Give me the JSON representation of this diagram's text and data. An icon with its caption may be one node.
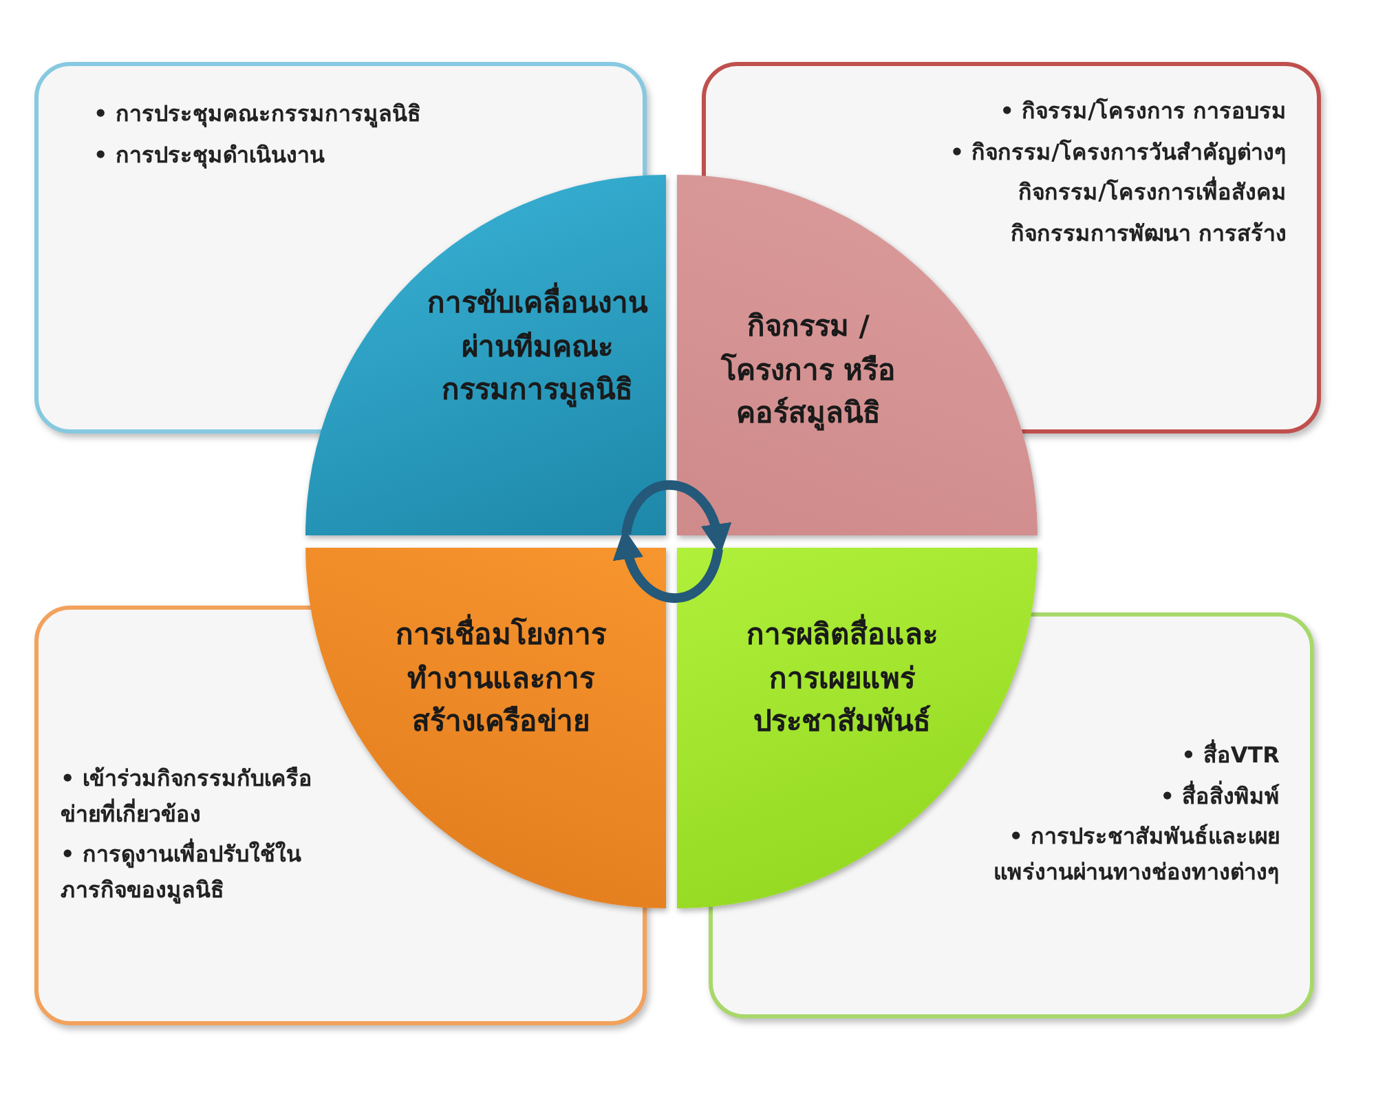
{
  "diagram": {
    "nodes": [
      {
        "text": [
          "• การประชุมคณะกรรมการมูลนิธิ",
          "• การประชุมดำเนินงาน"
        ]
      },
      {
        "text": [
          "การขับเคลื่อนงานผ่านทีมคณะกรรมการมูลนิธิ"
        ]
      },
      {
        "text": [
          "กิจกรรม / โครงการ หรือ คอร์สมูลนิธิ"
        ]
      },
      {
        "text": [
          "• กิจรรม/โครงการ การอบรม",
          "• กิจกรรม/โครงการวันสำคัญต่างๆ",
          "กิจกรรม/โครงการเพื่อสังคม",
          "กิจกรรมการพัฒนา การสร้าง"
        ]
      },
      {
        "text": [
          "• เข้าร่วมกิจกรรมกับเครือข่ายที่เกี่ยวข้อง",
          "• การดูงานเพื่อปรับใช้ในภารกิจของมูลนิธิ"
        ]
      },
      {
        "text": [
          "การเชื่อมโยงการทำงานและการสร้างเครือข่าย"
        ]
      },
      {
        "text": [
          "การผลิตสื่อและการเผยแพร่ประชาสัมพันธ์"
        ]
      },
      {
        "text": [
          "• สื่อVTR",
          "• สื่อสิ่งพิมพ์",
          "• การประชาสัมพันธ์และเผยแพร่งานผ่านทางช่องทางต่างๆ"
        ]
      }
    ],
    "edges": [
      {
        "from": 1,
        "to": 2,
        "arrow": "to"
      },
      {
        "from": 6,
        "to": 5,
        "arrow": "to"
      }
    ]
  }
}
